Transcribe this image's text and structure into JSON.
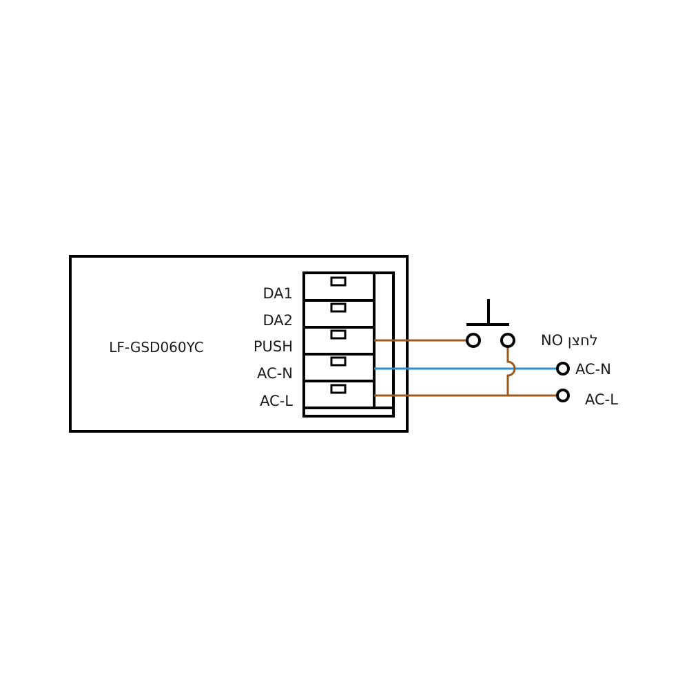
{
  "device": {
    "model": "LF-GSD060YC"
  },
  "terminals": [
    {
      "label": "DA1"
    },
    {
      "label": "DA2"
    },
    {
      "label": "PUSH"
    },
    {
      "label": "AC-N"
    },
    {
      "label": "AC-L"
    }
  ],
  "switch": {
    "label": "לחצן NO"
  },
  "external": {
    "ac_n_label": "AC-N",
    "ac_l_label": "AC-L"
  },
  "colors": {
    "outline": "#000000",
    "live_wire": "#9a5a1e",
    "neutral_wire": "#2b8fd0"
  }
}
